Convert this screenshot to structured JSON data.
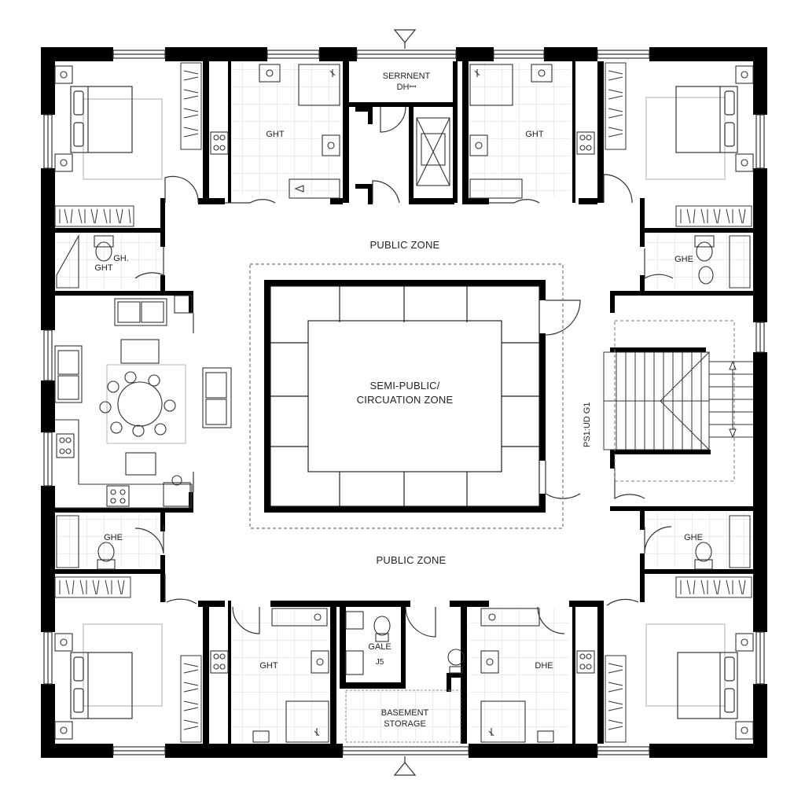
{
  "labels": {
    "top_service": [
      "SERRNENT",
      "DHꟷ"
    ],
    "ght_top_left": "GHT",
    "ght_top_right": "GHT",
    "ght_left_upper_a": "GH.",
    "ght_left_upper_b": "GHT",
    "ghe_right_upper": "GHE",
    "public_zone_top": "PUBLIC ZONE",
    "semi_public": [
      "SEMI-PUBLIC/",
      "CIRCUATION ZONE"
    ],
    "pstair": "PS1:UD G1",
    "ghe_left_lower": "GHE",
    "ghe_right_lower": "GHE",
    "public_zone_bottom": "PUBLIC ZONE",
    "ght_bottom_left": "GHT",
    "gale": [
      "GALE",
      "J5"
    ],
    "dhe_bottom_right": "DHE",
    "basement": [
      "BASEMENT",
      "STORAGE"
    ]
  },
  "colors": {
    "wall": "#000000",
    "line": "#333333",
    "grid": "#cfcfcf",
    "dash": "#777777"
  }
}
